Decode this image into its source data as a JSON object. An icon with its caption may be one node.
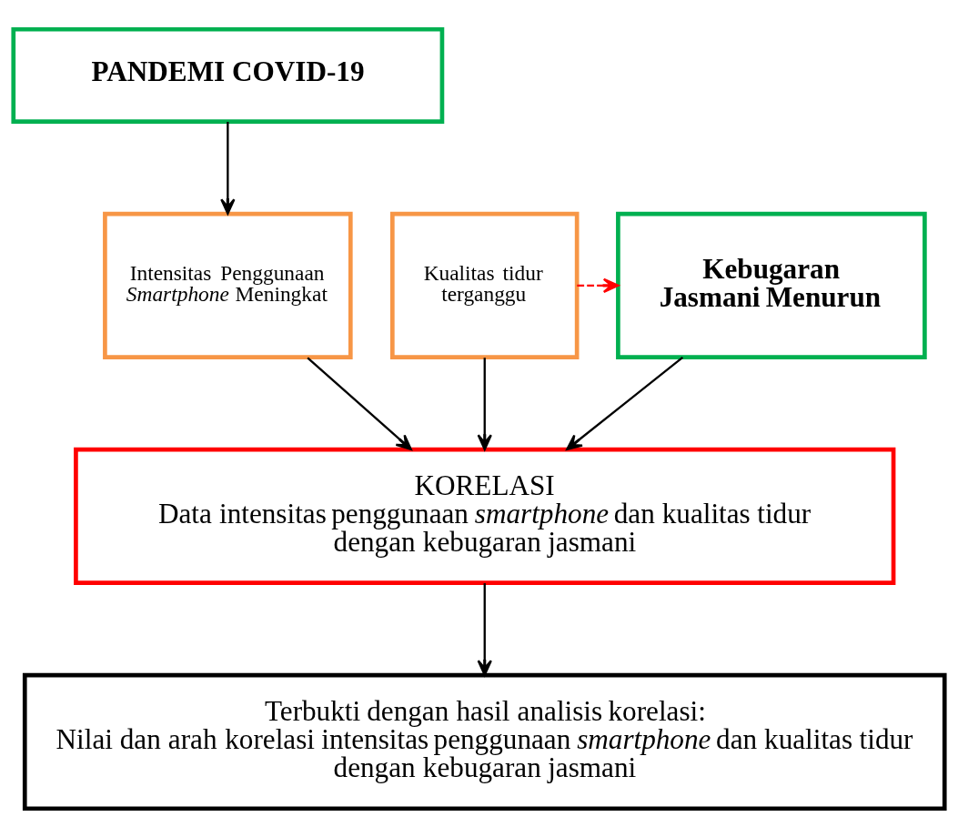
{
  "diagram": {
    "nodes": [
      {
        "text": [
          "PANDEMI COVID-19"
        ]
      },
      {
        "text": [
          "Intensitas Penggunaan *Smartphone* Meningkat"
        ]
      },
      {
        "text": [
          "Kualitas tidur terganggu"
        ]
      },
      {
        "text": [
          "Kebugaran Jasmani Menurun"
        ]
      },
      {
        "text": [
          "KORELASI",
          "Data intensitas penggunaan *smartphone* dan kualitas tidur dengan kebugaran jasmani"
        ]
      },
      {
        "text": [
          "Terbukti dengan hasil analisis korelasi:",
          "Nilai dan arah korelasi intensitas penggunaan *smartphone* dan kualitas tidur dengan kebugaran jasmani"
        ]
      }
    ],
    "edges": [
      {
        "from": 0,
        "to": 1,
        "arrow": "to"
      },
      {
        "from": 2,
        "to": 3,
        "arrow": "to",
        "style": "dashed",
        "color": "#ff0000"
      },
      {
        "from": 1,
        "to": 4,
        "arrow": "to"
      },
      {
        "from": 2,
        "to": 4,
        "arrow": "to"
      },
      {
        "from": 3,
        "to": 4,
        "arrow": "to"
      },
      {
        "from": 4,
        "to": 5,
        "arrow": "to"
      }
    ]
  }
}
